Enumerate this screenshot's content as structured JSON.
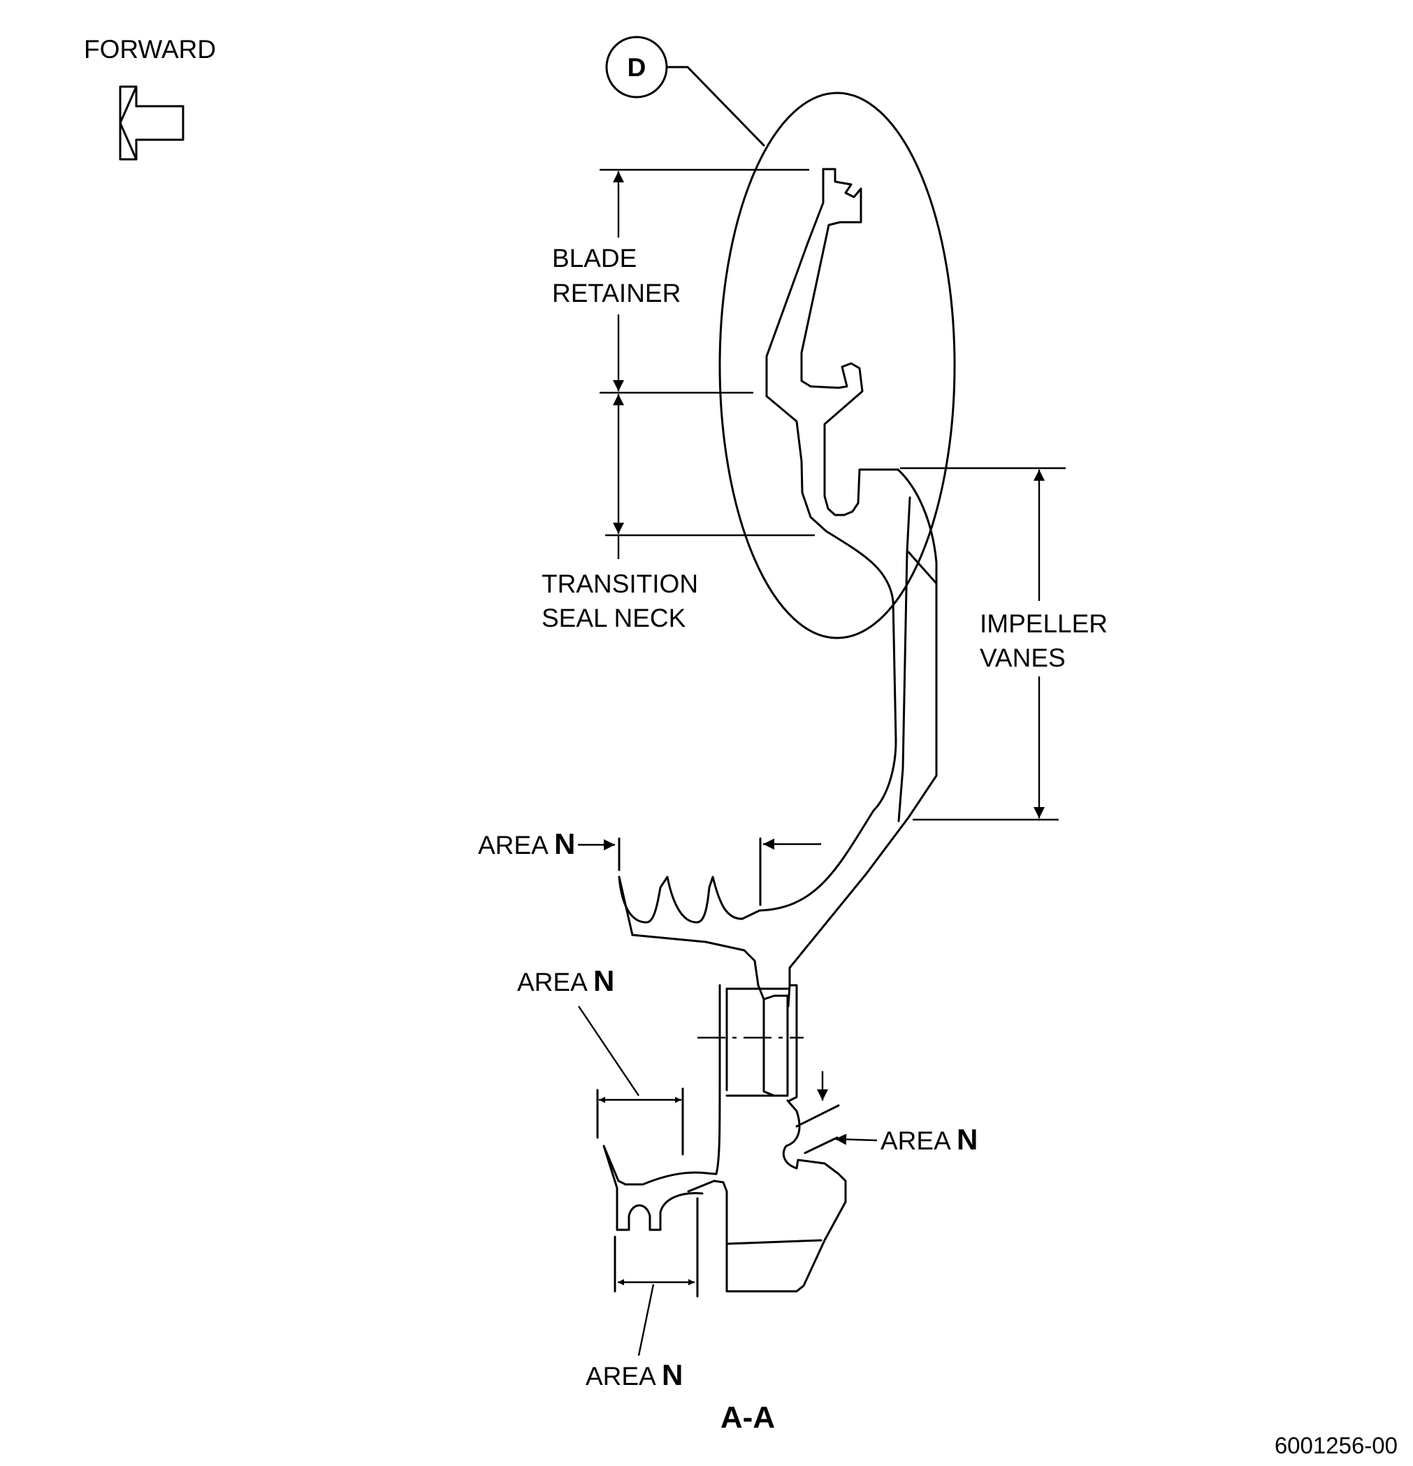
{
  "forward_label": "FORWARD",
  "detail_callout": "D",
  "labels": {
    "blade_retainer": [
      "BLADE",
      "RETAINER"
    ],
    "transition_seal_neck": [
      "TRANSITION",
      "SEAL NECK"
    ],
    "impeller_vanes": [
      "IMPELLER",
      "VANES"
    ]
  },
  "area_label": {
    "prefix": "AREA",
    "letter": "N"
  },
  "section_label": "A-A",
  "figure_number": "6001256-00"
}
